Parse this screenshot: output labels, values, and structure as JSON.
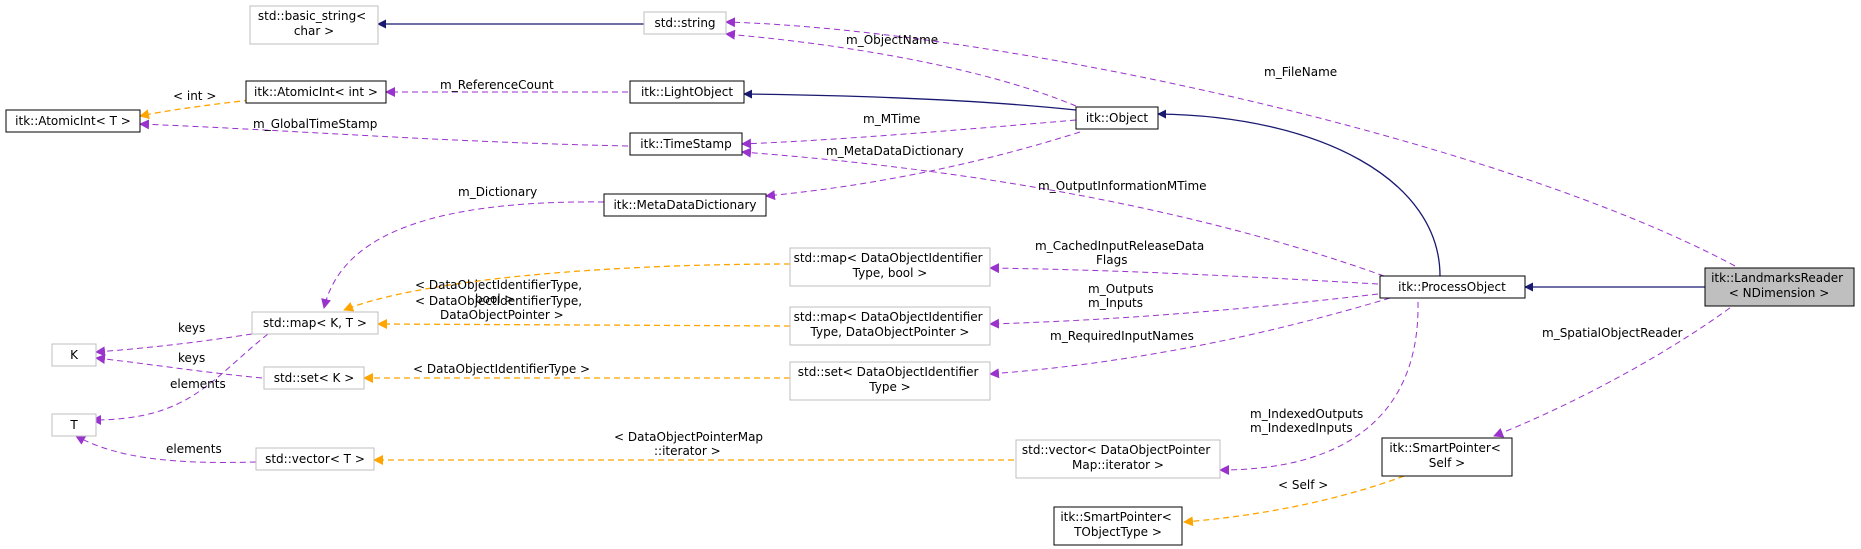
{
  "nodes": {
    "basic_string": [
      "std::basic_string<",
      "char >"
    ],
    "string": [
      "std::string"
    ],
    "atomicint_int": [
      "itk::AtomicInt< int >"
    ],
    "lightobject": [
      "itk::LightObject"
    ],
    "atomicint_t": [
      "itk::AtomicInt< T >"
    ],
    "timestamp": [
      "itk::TimeStamp"
    ],
    "object": [
      "itk::Object"
    ],
    "metadatadict": [
      "itk::MetaDataDictionary"
    ],
    "map_kt": [
      "std::map< K, T >"
    ],
    "map_bool": [
      "std::map< DataObjectIdentifier",
      "Type, bool >"
    ],
    "map_ptr": [
      "std::map< DataObjectIdentifier",
      "Type, DataObjectPointer >"
    ],
    "set_k": [
      "std::set< K >"
    ],
    "set_doi": [
      "std::set< DataObjectIdentifier",
      "Type >"
    ],
    "k": [
      "K"
    ],
    "t": [
      "T"
    ],
    "vector_t": [
      "std::vector< T >"
    ],
    "vector_iter": [
      "std::vector< DataObjectPointer",
      "Map::iterator >"
    ],
    "processobject": [
      "itk::ProcessObject"
    ],
    "landmarksreader": [
      "itk::LandmarksReader",
      "< NDimension >"
    ],
    "smartpointer_self": [
      "itk::SmartPointer<",
      "Self >"
    ],
    "smartpointer_t": [
      "itk::SmartPointer<",
      "TObjectType >"
    ]
  },
  "edges": {
    "m_FileName": [
      "m_FileName"
    ],
    "m_ObjectName": [
      "m_ObjectName"
    ],
    "m_ReferenceCount": [
      "m_ReferenceCount"
    ],
    "int_tpl": [
      "< int >"
    ],
    "m_GlobalTimeStamp": [
      "m_GlobalTimeStamp"
    ],
    "m_MTime": [
      "m_MTime"
    ],
    "m_MetaDataDictionary": [
      "m_MetaDataDictionary"
    ],
    "m_Dictionary": [
      "m_Dictionary"
    ],
    "m_OutputInformationMTime": [
      "m_OutputInformationMTime"
    ],
    "m_CachedInputReleaseDataFlags": [
      "m_CachedInputReleaseData",
      "Flags"
    ],
    "doi_bool_tpl": [
      "< DataObjectIdentifierType,",
      "bool >"
    ],
    "doi_ptr_tpl": [
      "< DataObjectIdentifierType,",
      "DataObjectPointer >"
    ],
    "m_Outputs_Inputs": [
      "m_Outputs",
      "m_Inputs"
    ],
    "m_RequiredInputNames": [
      "m_RequiredInputNames"
    ],
    "keys_map": [
      "keys"
    ],
    "keys_set": [
      "keys"
    ],
    "elements_map": [
      "elements"
    ],
    "doi_tpl": [
      "< DataObjectIdentifierType >"
    ],
    "elements_vector": [
      "elements"
    ],
    "dopm_iter_tpl": [
      "< DataObjectPointerMap",
      "::iterator >"
    ],
    "m_IndexedOutputs_Inputs": [
      "m_IndexedOutputs",
      "m_IndexedInputs"
    ],
    "m_SpatialObjectReader": [
      "m_SpatialObjectReader"
    ],
    "self_tpl": [
      "< Self >"
    ]
  },
  "colors": {
    "inheritance": "#191970",
    "usage": "#9a32cd",
    "template": "#ffa500",
    "focus_fill": "#bfbfbf",
    "gray_border": "#bfbfbf"
  }
}
